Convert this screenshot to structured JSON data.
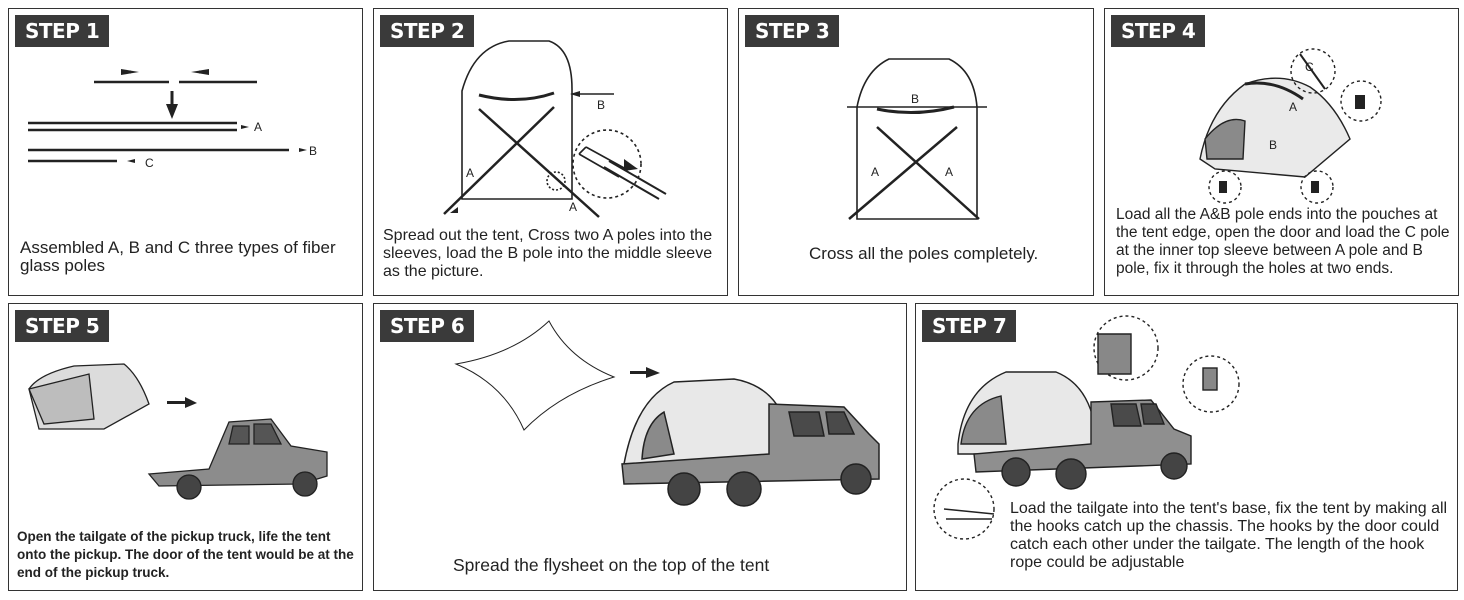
{
  "steps": [
    {
      "badge": "STEP 1",
      "text": "Assembled  A, B and C three types of fiber glass poles",
      "labels": [
        "A",
        "B",
        "C"
      ]
    },
    {
      "badge": "STEP 2",
      "text": "Spread out the tent, Cross two A poles into the sleeves, load the B pole into the middle sleeve as the picture.",
      "labels": [
        "A",
        "A",
        "B"
      ]
    },
    {
      "badge": "STEP 3",
      "text": "Cross all the poles completely.",
      "labels": [
        "A",
        "A",
        "B"
      ]
    },
    {
      "badge": "STEP 4",
      "text": "Load all the A&B pole ends into the pouches at the tent edge, open the door and load the C pole at the inner top sleeve between A pole and B pole, fix it through the holes at two ends.",
      "labels": [
        "A",
        "B",
        "C"
      ]
    },
    {
      "badge": "STEP 5",
      "text": "Open the tailgate of the pickup truck, life the tent onto the pickup. The door of the tent would be at the end of the pickup truck."
    },
    {
      "badge": "STEP 6",
      "text": "Spread the flysheet on the top of the tent"
    },
    {
      "badge": "STEP 7",
      "text": " Load the tailgate into the tent's base, fix the tent by making all the hooks catch up the chassis. The hooks by the door could catch each other under the tailgate. The length of the hook rope could be adjustable"
    }
  ]
}
